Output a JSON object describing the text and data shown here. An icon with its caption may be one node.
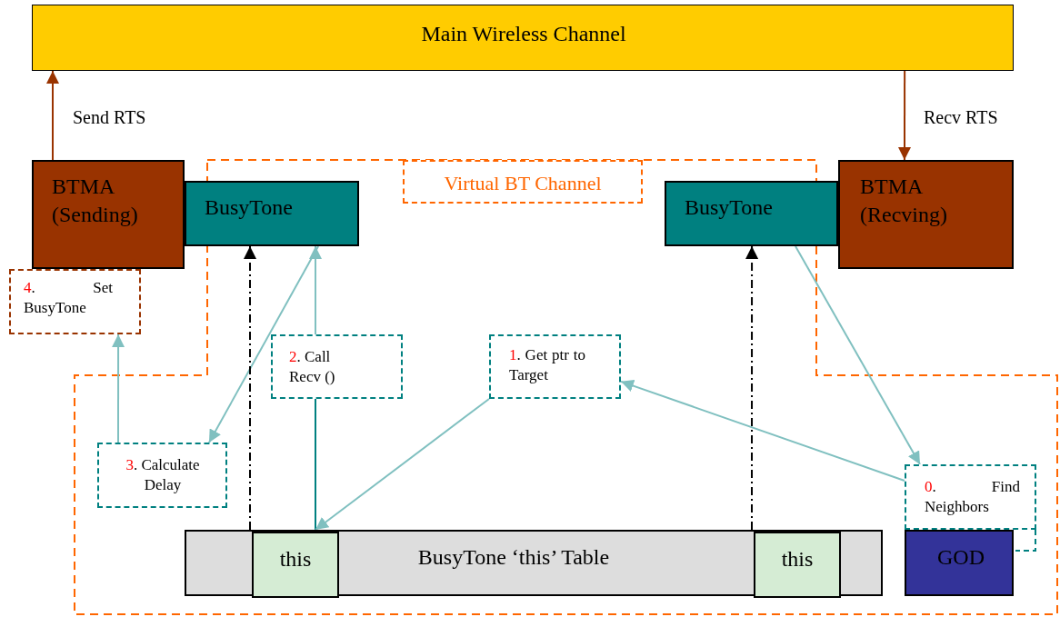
{
  "diagram": {
    "nodes": [
      {
        "text": [
          "Main Wireless Channel"
        ]
      },
      {
        "text": [
          "BTMA (Sending)"
        ]
      },
      {
        "text": [
          "BusyTone"
        ]
      },
      {
        "text": [
          "Virtual BT Channel"
        ]
      },
      {
        "text": [
          "BusyTone"
        ]
      },
      {
        "text": [
          "BTMA (Recving)"
        ]
      },
      {
        "text": [
          "4. Set BusyTone"
        ]
      },
      {
        "text": [
          "2. Call Recv ()"
        ]
      },
      {
        "text": [
          "1. Get ptr to Target"
        ]
      },
      {
        "text": [
          "3. Calculate Delay"
        ]
      },
      {
        "text": [
          "0. Find Neighbors"
        ]
      },
      {
        "text": [
          "BusyTone ‘this’ Table"
        ]
      },
      {
        "text": [
          "this"
        ],
        "in": 11
      },
      {
        "text": [
          "this"
        ],
        "in": 11
      },
      {
        "text": [
          "GOD"
        ]
      }
    ],
    "edges": [
      {
        "from": 1,
        "to": 0,
        "arrow": "to",
        "label": "Send RTS",
        "color": "#993300"
      },
      {
        "from": 0,
        "to": 5,
        "arrow": "to",
        "label": "Recv RTS",
        "color": "#993300"
      },
      {
        "from": 9,
        "to": 6,
        "arrow": "to"
      },
      {
        "from": 2,
        "to": 9,
        "arrow": "to"
      },
      {
        "from": 7,
        "to": 2,
        "arrow": "to"
      },
      {
        "from": 7,
        "to": 12,
        "arrow": "none",
        "color": "#008080"
      },
      {
        "from": 8,
        "to": 12,
        "arrow": "to"
      },
      {
        "from": 12,
        "to": 2,
        "arrow": "to",
        "style": "dashed",
        "color": "#000000"
      },
      {
        "from": 13,
        "to": 4,
        "arrow": "to",
        "style": "dashed",
        "color": "#000000"
      },
      {
        "from": 4,
        "to": 10,
        "arrow": "to"
      },
      {
        "from": 10,
        "to": 8,
        "arrow": "to"
      }
    ]
  }
}
